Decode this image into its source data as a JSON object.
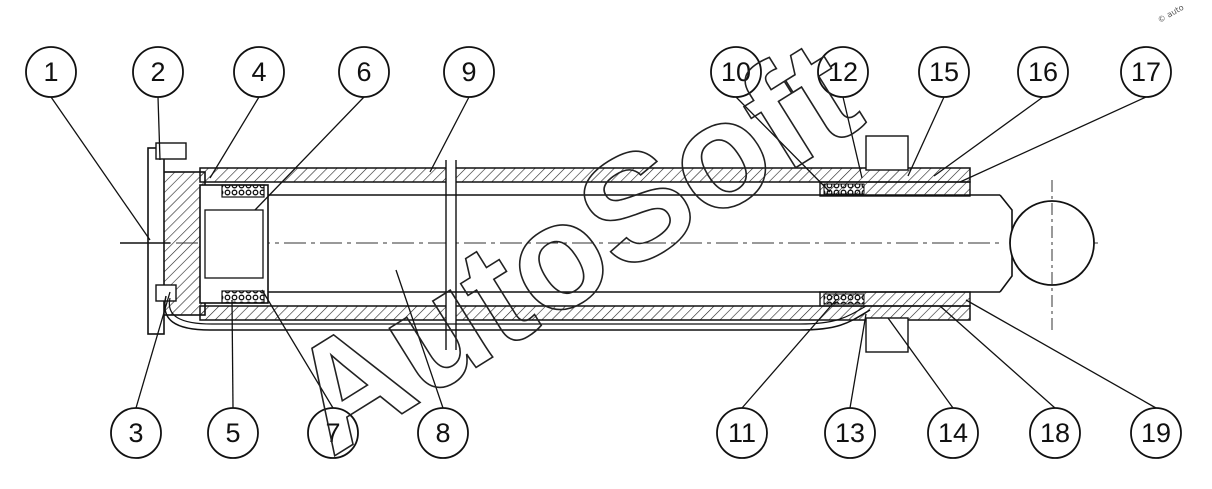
{
  "diagram": {
    "watermark": "AutoSoft",
    "corner_mark": "© auto",
    "callouts_top": [
      "1",
      "2",
      "4",
      "6",
      "9",
      "10",
      "12",
      "15",
      "16",
      "17"
    ],
    "callouts_bottom": [
      "3",
      "5",
      "7",
      "8",
      "11",
      "13",
      "14",
      "18",
      "19"
    ]
  }
}
